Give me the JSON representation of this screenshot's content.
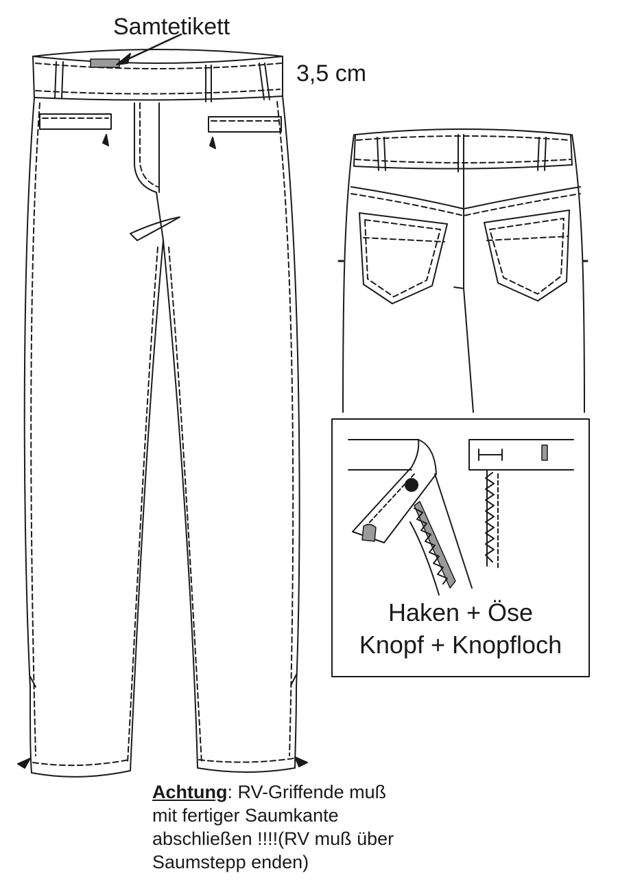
{
  "labels": {
    "velvet_label": "Samtetikett",
    "waistband_width": "3,5 cm"
  },
  "detail": {
    "line1": "Haken + Öse",
    "line2": "Knopf + Knopfloch"
  },
  "note": {
    "heading": "Achtung",
    "line1_rest": ": RV-Griffende muß",
    "line2": "mit fertiger Saumkante",
    "line3": "abschließen !!!!(RV muß über",
    "line4": "Saumstepp enden)"
  },
  "colors": {
    "line": "#1a1a1a",
    "fill_gray": "#9a9a9a",
    "background": "#ffffff"
  }
}
